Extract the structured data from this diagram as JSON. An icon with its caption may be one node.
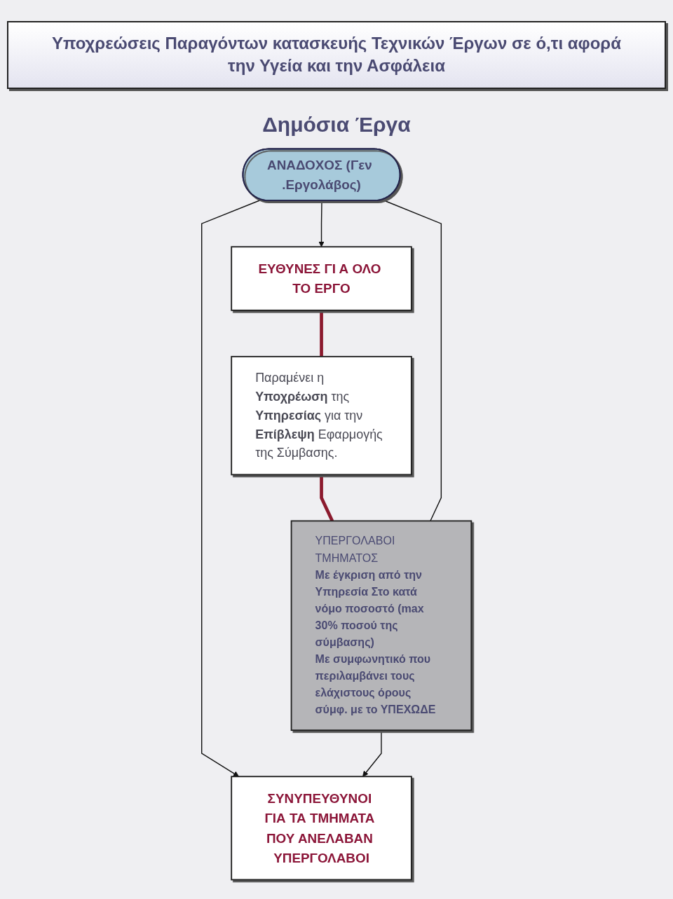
{
  "diagram": {
    "title": "Υποχρεώσεις Παραγόντων κατασκευής Τεχνικών Έργων σε ό,τι αφορά την Υγεία και την Ασφάλεια",
    "nodes": [
      {
        "text": [
          "ΑΝΑΔΟΧΟΣ (Γεν .Εργολάβος)"
        ]
      },
      {
        "text": [
          "ΕΥΘΥΝΕΣ ΓΙ Α ΟΛΟ ΤΟ ΕΡΓΟ"
        ]
      },
      {
        "text": [
          "Παραμένει η **Υποχρέωση** της **Υπηρεσίας** για την **Επίβλεψη** Εφαρμογής της Σύμβασης."
        ]
      },
      {
        "text": [
          "ΥΠΕΡΓΟΛΑΒΟΙ ΤΜΗΜΑΤΟΣ",
          "Με έγκριση από την Υπηρεσία Στο κατά νόμο ποσοστό (max 30% ποσού της σύμβασης)",
          "Με συμφωνητικό που περιλαμβάνει τους ελάχιστους όρους σύμφ. με το ΥΠΕΧΩΔΕ"
        ]
      },
      {
        "text": [
          "ΣΥΝΥΠΕΥΘΥΝΟΙ ΓΙΑ ΤΑ ΤΜΗΜΑΤΑ ΠΟΥ ΑΝΕΛΑΒΑΝ ΥΠΕΡΓΟΛΑΒΟΙ"
        ]
      }
    ],
    "edges": [
      {
        "from": 0,
        "to": 1,
        "arrow": "to"
      },
      {
        "from": 1,
        "to": 2,
        "arrow": "none",
        "style": "thick",
        "color": "#8b1a2e"
      },
      {
        "from": 2,
        "to": 3,
        "arrow": "none",
        "style": "thick",
        "color": "#8b1a2e"
      },
      {
        "from": 0,
        "to": 4,
        "arrow": "to"
      },
      {
        "from": 0,
        "to": 3,
        "arrow": "none"
      },
      {
        "from": 3,
        "to": 4,
        "arrow": "to"
      }
    ],
    "labels": [
      "Δημόσια Έργα"
    ]
  }
}
